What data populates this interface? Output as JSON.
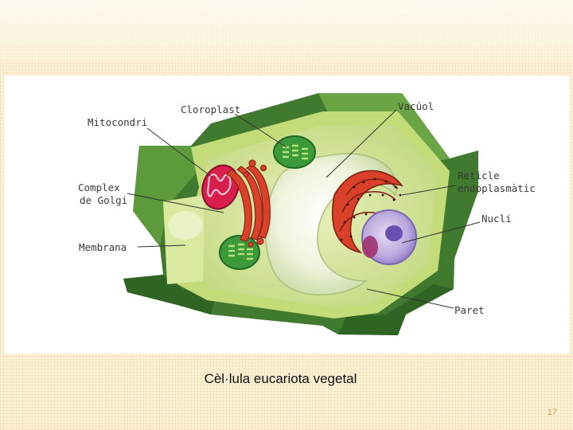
{
  "figure": {
    "labels": {
      "mitocondri": "Mitocondri",
      "cloroplast": "Cloroplast",
      "vacuol": "Vacúol",
      "golgi_line1": "Complex",
      "golgi_line2": "de Golgi",
      "reticle_line1": "Reticle",
      "reticle_line2": "endoplasmàtic",
      "nucli": "Nucli",
      "membrana": "Membrana",
      "paret": "Paret"
    }
  },
  "caption": "Cèl·lula eucariota vegetal",
  "page_number": "17"
}
